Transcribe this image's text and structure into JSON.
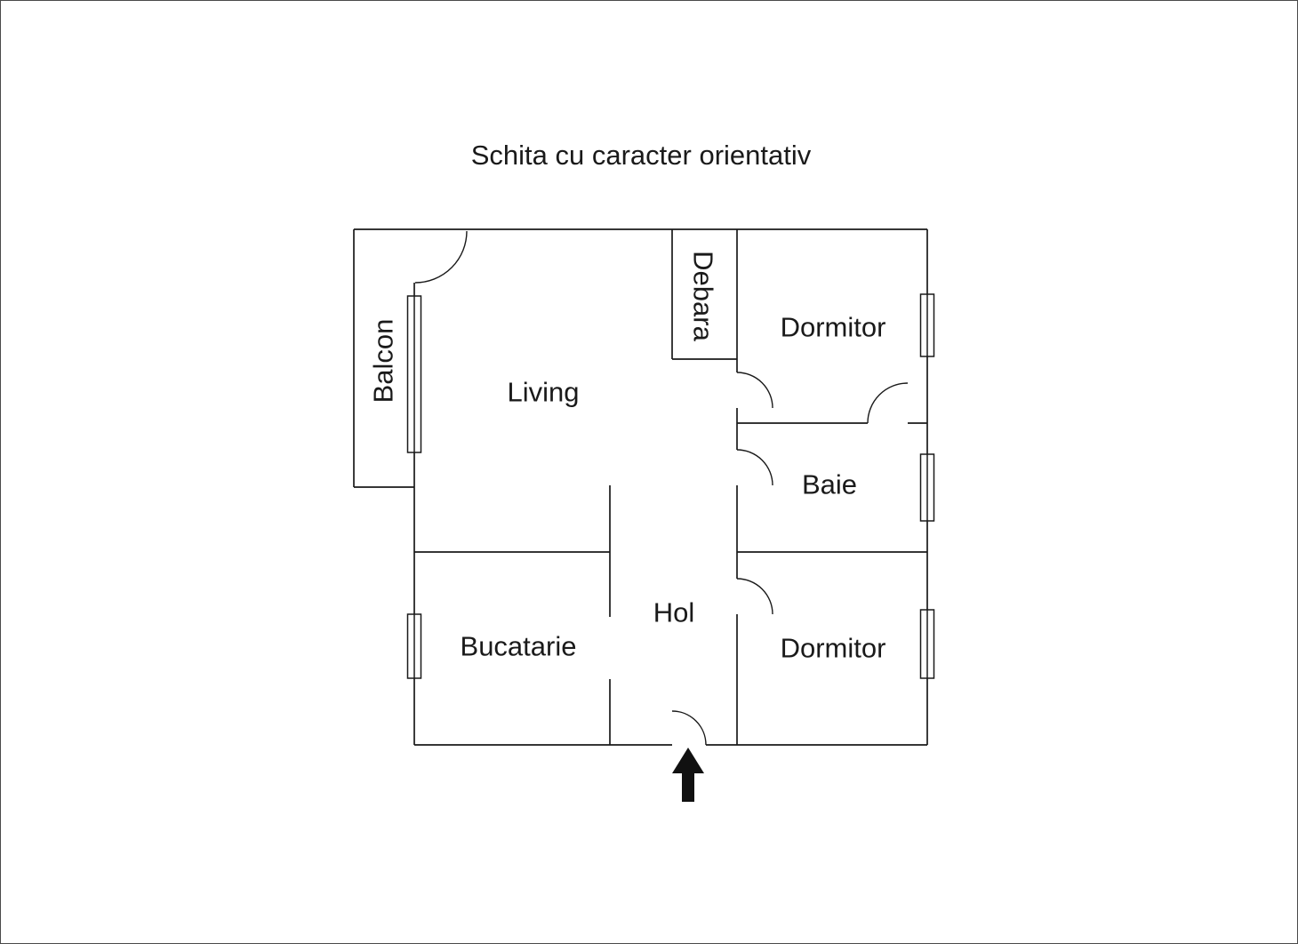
{
  "title": "Schita cu caracter orientativ",
  "rooms": {
    "balcon": {
      "label": "Balcon"
    },
    "living": {
      "label": "Living"
    },
    "debara": {
      "label": "Debara"
    },
    "dormitor_top": {
      "label": "Dormitor"
    },
    "baie": {
      "label": "Baie"
    },
    "hol": {
      "label": "Hol"
    },
    "bucatarie": {
      "label": "Bucatarie"
    },
    "dormitor_bottom": {
      "label": "Dormitor"
    }
  },
  "colors": {
    "wall": "#1a1a1a",
    "background": "#ffffff",
    "arrow": "#111111"
  }
}
